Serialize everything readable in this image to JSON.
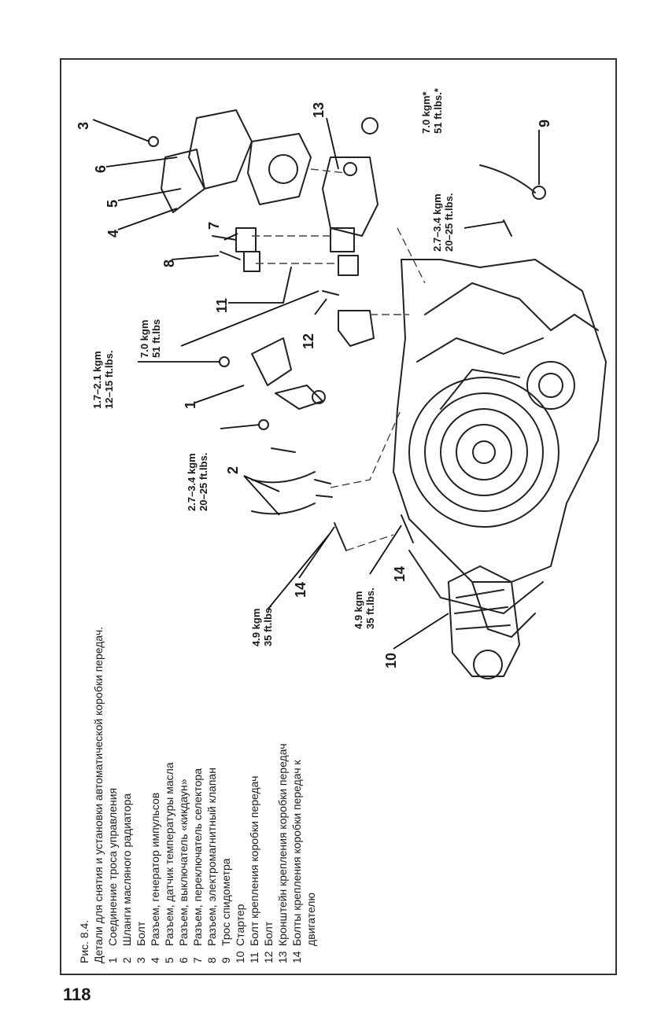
{
  "page_number": "118",
  "caption": {
    "figure": "Рис. 8.4.",
    "title": "Детали для снятия и установки автоматической коробки передач.",
    "items": [
      {
        "num": "1",
        "text": "Соединение троса управления"
      },
      {
        "num": "2",
        "text": "Шланги масляного радиатора"
      },
      {
        "num": "3",
        "text": "Болт"
      },
      {
        "num": "4",
        "text": "Разъем, генератор импульсов"
      },
      {
        "num": "5",
        "text": "Разъем, датчик температуры масла"
      },
      {
        "num": "6",
        "text": "Разъем, выключатель «кикдаун»"
      },
      {
        "num": "7",
        "text": "Разъем, переключатель селектора"
      },
      {
        "num": "8",
        "text": "Разъем, электромагнитный клапан"
      },
      {
        "num": "9",
        "text": "Трос спидометра"
      },
      {
        "num": "10",
        "text": "Стартер"
      },
      {
        "num": "11",
        "text": "Болт крепления коробки передач"
      },
      {
        "num": "12",
        "text": "Болт"
      },
      {
        "num": "13",
        "text": "Кронштейн крепления коробки передач"
      },
      {
        "num": "14",
        "text": "Болты крепления коробки передач к"
      },
      {
        "num": "",
        "text": "двигателю"
      }
    ]
  },
  "callouts": [
    "1",
    "2",
    "3",
    "4",
    "5",
    "6",
    "7",
    "8",
    "9",
    "10",
    "11",
    "12",
    "13",
    "14",
    "14"
  ],
  "torques": [
    {
      "kgm": "1.7–2.1 kgm",
      "lbs": "12–15 ft.lbs."
    },
    {
      "kgm": "7.0 kgm",
      "lbs": "51 ft.lbs"
    },
    {
      "kgm": "2.7–3.4 kgm",
      "lbs": "20–25 ft.lbs."
    },
    {
      "kgm": "2.7–3.4 kgm",
      "lbs": "20–25 ft.lbs."
    },
    {
      "kgm": "7.0 kgm*",
      "lbs": "51 ft.lbs.*"
    },
    {
      "kgm": "4.9 kgm",
      "lbs": "35 ft.lbs."
    },
    {
      "kgm": "4.9 kgm",
      "lbs": "35 ft.lbs."
    }
  ]
}
